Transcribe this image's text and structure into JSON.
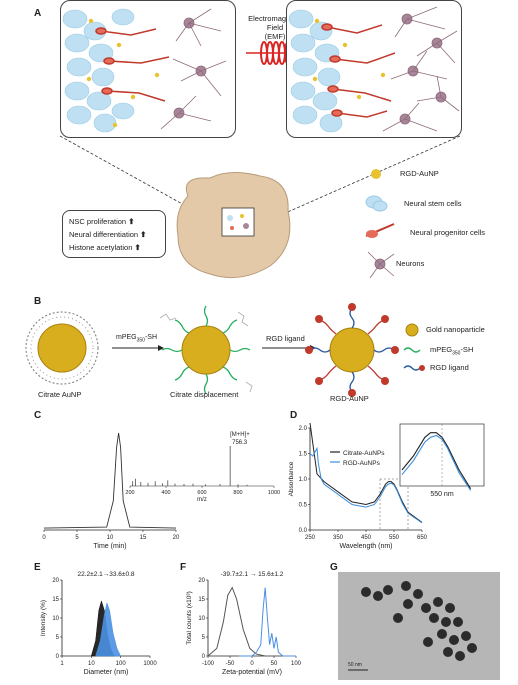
{
  "panels": {
    "a": "A",
    "b": "B",
    "c": "C",
    "d": "D",
    "e": "E",
    "f": "F",
    "g": "G"
  },
  "panel_a": {
    "emf_label_1": "Electromagnetic Field",
    "emf_label_2": "(EMF)",
    "effects": [
      "NSC proliferation",
      "Neural differentiation",
      "Histone acetylation"
    ],
    "legend": [
      "RGD-AuNP",
      "Neural stem cells",
      "Neural progenitor cells",
      "Neurons"
    ]
  },
  "panel_b": {
    "step1_label": "Citrate AuNP",
    "arrow1": "mPEG",
    "arrow1_sub": "350",
    "arrow1_suffix": "-SH",
    "step2_label": "Citrate displacement",
    "arrow2": "RGD ligand",
    "step3_label": "RGD-AuNP",
    "legend": {
      "gold": "Gold nanoparticle",
      "peg": "mPEG",
      "peg_sub": "350",
      "peg_suffix": "-SH",
      "rgd": "RGD ligand"
    }
  },
  "chart_data": [
    {
      "panel": "C",
      "type": "line",
      "xlabel": "Time (min)",
      "xlim": [
        0,
        20
      ],
      "xticks": [
        0,
        5,
        10,
        15,
        20
      ],
      "series": [
        {
          "x": [
            0,
            9.5,
            10.5,
            11.0,
            11.3,
            11.6,
            12.0,
            13.0,
            20
          ],
          "y": [
            0.02,
            0.03,
            0.3,
            0.85,
            1.0,
            0.85,
            0.3,
            0.03,
            0.02
          ]
        }
      ],
      "inset": {
        "type": "bar",
        "xlabel": "m/z",
        "xlim": [
          200,
          1000
        ],
        "xticks": [
          200,
          400,
          600,
          800,
          1000
        ],
        "peak_label_1": "[M+H]+",
        "peak_label_2": "756.3",
        "peaks": {
          "x": [
            215,
            230,
            260,
            300,
            340,
            380,
            410,
            450,
            500,
            550,
            620,
            700,
            756.3,
            800,
            850
          ],
          "y": [
            0.12,
            0.18,
            0.1,
            0.08,
            0.12,
            0.07,
            0.14,
            0.06,
            0.05,
            0.06,
            0.04,
            0.05,
            1.0,
            0.04,
            0.03
          ]
        }
      }
    },
    {
      "panel": "D",
      "type": "line",
      "xlabel": "Wavelength (nm)",
      "ylabel": "Absorbance",
      "xlim": [
        250,
        650
      ],
      "ylim": [
        0,
        2.0
      ],
      "xticks": [
        250,
        350,
        450,
        550,
        650
      ],
      "yticks": [
        0.0,
        0.5,
        1.0,
        1.5,
        2.0
      ],
      "series": [
        {
          "name": "Citrate-AuNPs",
          "color": "#222222",
          "x": [
            250,
            260,
            275,
            300,
            350,
            400,
            450,
            480,
            500,
            520,
            530,
            540,
            550,
            560,
            580,
            600,
            650
          ],
          "y": [
            2.1,
            1.7,
            1.1,
            0.95,
            0.75,
            0.55,
            0.5,
            0.55,
            0.7,
            0.9,
            0.95,
            0.95,
            0.9,
            0.8,
            0.55,
            0.35,
            0.15
          ]
        },
        {
          "name": "RGD-AuNPs",
          "color": "#3a8fdc",
          "x": [
            250,
            260,
            270,
            275,
            280,
            290,
            300,
            350,
            400,
            450,
            480,
            500,
            520,
            530,
            540,
            550,
            560,
            580,
            600,
            650
          ],
          "y": [
            1.5,
            1.45,
            1.55,
            1.6,
            1.3,
            1.0,
            0.9,
            0.7,
            0.5,
            0.45,
            0.5,
            0.65,
            0.85,
            0.9,
            0.92,
            0.88,
            0.78,
            0.52,
            0.33,
            0.14
          ]
        }
      ],
      "inset_annotation": "550 nm"
    },
    {
      "panel": "E",
      "type": "area",
      "title": "22.2±2.1→33.6±0.8",
      "xlabel": "Diameter (nm)",
      "ylabel": "Intensity (%)",
      "xscale": "log",
      "xlim": [
        1,
        1000
      ],
      "ylim": [
        0,
        20
      ],
      "xticks": [
        1,
        10,
        100,
        1000
      ],
      "yticks": [
        0,
        5,
        10,
        15,
        20
      ],
      "series": [
        {
          "color": "#111111",
          "x": [
            10,
            14,
            18,
            22,
            28,
            35,
            45,
            60
          ],
          "y": [
            0,
            4,
            12,
            14.5,
            12,
            6,
            2,
            0
          ]
        },
        {
          "color": "#4a90e2",
          "x": [
            14,
            20,
            28,
            34,
            42,
            55,
            75,
            100
          ],
          "y": [
            0,
            4,
            11,
            14,
            12,
            6,
            2,
            0
          ]
        }
      ]
    },
    {
      "panel": "F",
      "type": "line",
      "title": "-39.7±2.1 → 15.6±1.2",
      "xlabel": "Zeta-potential (mV)",
      "ylabel": "Total counts (x10³)",
      "xlim": [
        -100,
        100
      ],
      "ylim": [
        0,
        20
      ],
      "xticks": [
        -100,
        -50,
        0,
        50,
        100
      ],
      "yticks": [
        0,
        5,
        10,
        15,
        20
      ],
      "series": [
        {
          "color": "#555555",
          "x": [
            -100,
            -80,
            -65,
            -55,
            -45,
            -35,
            -20,
            -5,
            10,
            30
          ],
          "y": [
            0,
            2,
            9,
            16,
            18,
            15,
            7,
            2,
            0.5,
            0
          ]
        },
        {
          "color": "#4a90e2",
          "x": [
            -30,
            0,
            10,
            20,
            25,
            30,
            35,
            40,
            45,
            50,
            55,
            60,
            70,
            100
          ],
          "y": [
            0,
            0,
            1,
            3,
            12,
            18,
            10,
            3,
            6,
            2,
            5,
            1,
            0,
            0
          ]
        }
      ]
    }
  ],
  "panel_g": {
    "scale_bar": "50 nm"
  }
}
